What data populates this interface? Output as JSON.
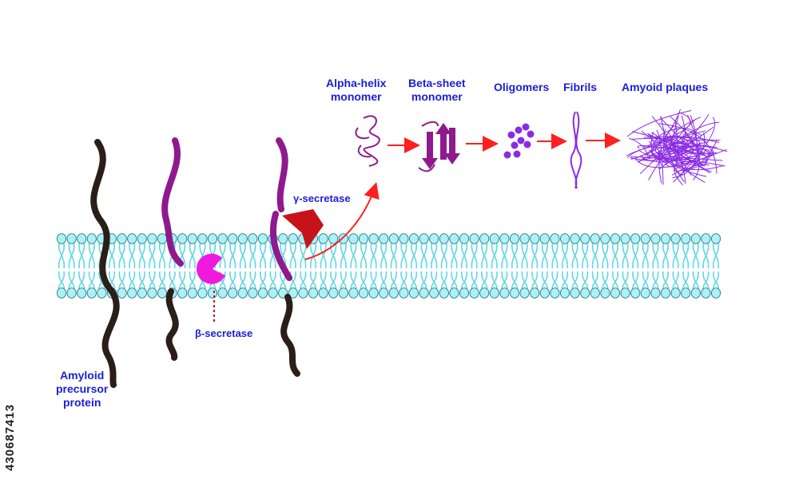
{
  "labels": {
    "alpha_helix": [
      "Alpha-helix",
      "monomer"
    ],
    "beta_sheet": [
      "Beta-sheet",
      "monomer"
    ],
    "oligomers": "Oligomers",
    "fibrils": "Fibrils",
    "plaques": "Amyoid plaques",
    "gamma_secretase": "γ-secretase",
    "beta_secretase": "β-secretase",
    "app": [
      "Amyloid",
      "precursor",
      "protein"
    ]
  },
  "side_id": "430687413",
  "colors": {
    "label_text": "#1a1fd6",
    "membrane_head_fill": "#aef0f6",
    "membrane_head_stroke": "#1b7c86",
    "membrane_tail": "#5fd8e6",
    "protein_dark": "#2b1d17",
    "protein_purple": "#8e1a8e",
    "beta_secretase": "#f01adf",
    "gamma_secretase": "#c7121a",
    "arrow": "#ff2020",
    "aggregate": "#8a2be2"
  }
}
